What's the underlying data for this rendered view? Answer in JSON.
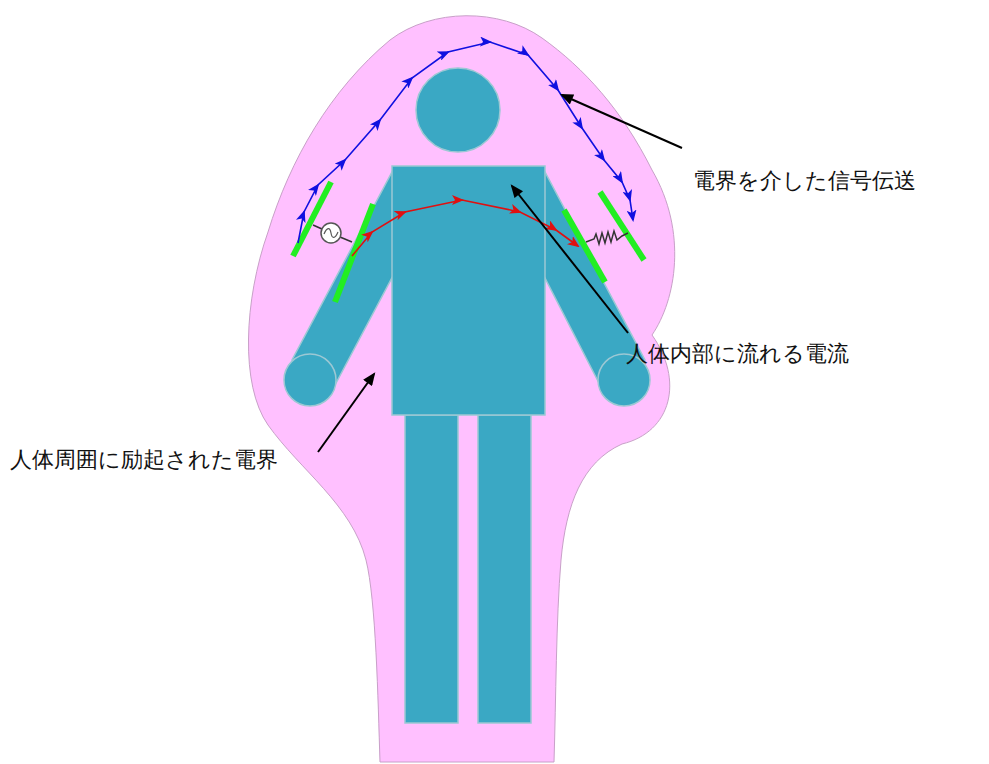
{
  "diagram": {
    "labels": [
      "電界を介した信号伝送",
      "人体内部に流れる電流",
      "人体周囲に励起された電界"
    ]
  }
}
